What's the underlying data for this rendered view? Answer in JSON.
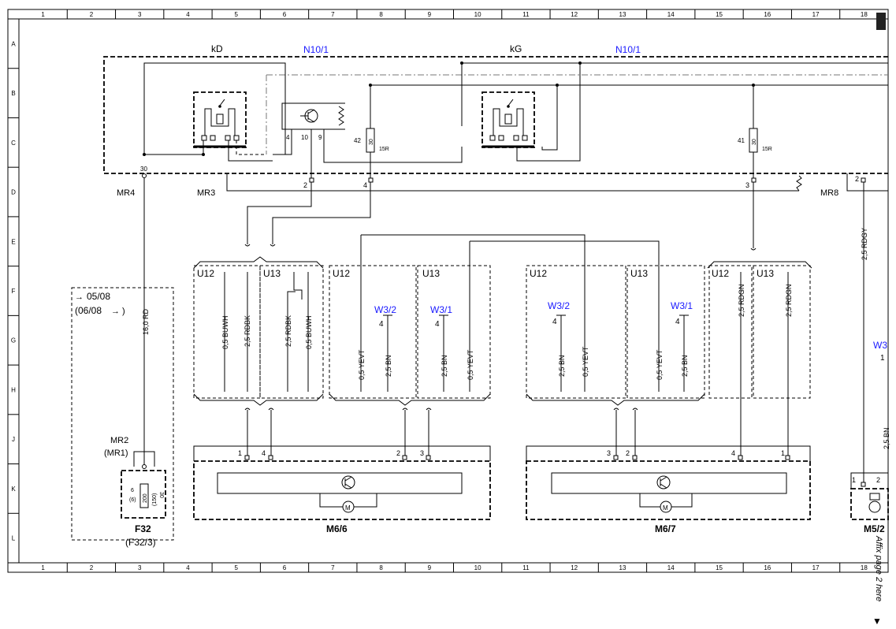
{
  "grid": {
    "columns": [
      "1",
      "2",
      "3",
      "4",
      "5",
      "6",
      "7",
      "8",
      "9",
      "10",
      "11",
      "12",
      "13",
      "14",
      "15",
      "16",
      "17",
      "18"
    ],
    "rows": [
      "A",
      "B",
      "C",
      "D",
      "E",
      "F",
      "G",
      "H",
      "J",
      "K",
      "L"
    ]
  },
  "header": {
    "kd": "kD",
    "kg": "kG",
    "n10_left": "N10/1",
    "n10_right": "N10/1"
  },
  "relay_pins": {
    "left_4": "4",
    "left_10": "10",
    "left_9": "9",
    "pin42": "42",
    "pin41": "41",
    "r30a": "30",
    "r30b": "30",
    "r15a": "15R",
    "r15b": "15R",
    "pin30_mr4": "30"
  },
  "connectors": {
    "mr4": "MR4",
    "mr3": "MR3",
    "mr8": "MR8",
    "mr3_pin2": "2",
    "mr3_pin4": "4",
    "mr3_pin3": "3",
    "mr8_pin2": "2"
  },
  "fuse_box": {
    "date_new": "05/08",
    "date_old": "(06/08",
    "mr2": "MR2",
    "mr1": "(MR1)",
    "wire": "16,0 RD",
    "pin6": "6",
    "pin6b": "(6)",
    "amps": "200",
    "amps_b": "(150)",
    "pin30": "30",
    "pin30b": "(30)",
    "name": "F32",
    "name_alt": "(F32/3)"
  },
  "plug_u": {
    "u12": "U12",
    "u13": "U13"
  },
  "wires": {
    "w1": "0,5 BUWH",
    "w2": "2,5 RDBK",
    "w3": "2,5 RDBK",
    "w4": "0,5 BUWH",
    "w5": "0,5 YEVT",
    "w6": "2,5 BN",
    "w7": "2,5 BN",
    "w8": "0,5 YEVT",
    "w9": "2,5 BN",
    "w10": "0,5 YEVT",
    "w11": "0,5 YEVT",
    "w12": "2,5 BN",
    "w13": "2,5 RDGN",
    "w14": "2,5 RDGN",
    "w15": "2,5 RDGY",
    "w16": "2,5 BN"
  },
  "ground_points": {
    "w32a": "W3/2",
    "w31a": "W3/1",
    "w32b": "W3/2",
    "w31b": "W3/1",
    "w3_edge": "W3",
    "pin4": "4",
    "pin1": "1"
  },
  "motors": {
    "m66": "M6/6",
    "m67": "M6/7",
    "m5_edge": "M5/2",
    "m66_pins": [
      "1",
      "4",
      "2",
      "3"
    ],
    "m67_pins": [
      "3",
      "2",
      "4",
      "1"
    ],
    "m5_pins": [
      "1",
      "2"
    ],
    "motor_symbol": "M"
  },
  "side_note": "Affix page 2 here"
}
